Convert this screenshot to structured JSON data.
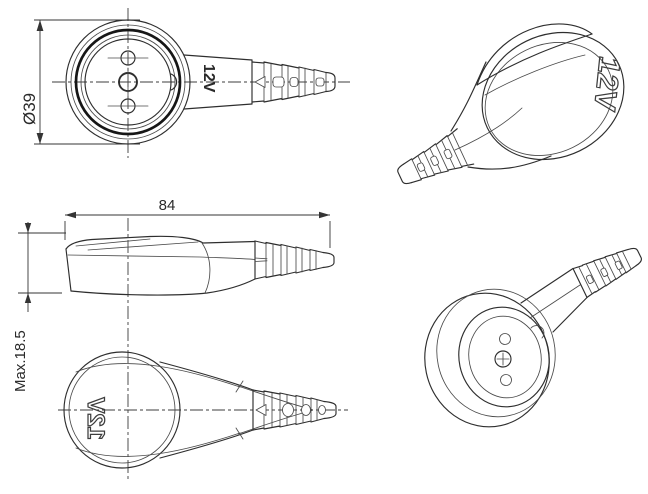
{
  "drawing": {
    "colors": {
      "line": "#2e2e2e",
      "line_strong": "#161616",
      "background": "#ffffff"
    },
    "dimensions": {
      "diameter": "Ø39",
      "length": "84",
      "max_height": "Max.18.5"
    },
    "markings": {
      "top_view": "12V",
      "iso_top": "12V",
      "bottom_view": "12V"
    }
  }
}
